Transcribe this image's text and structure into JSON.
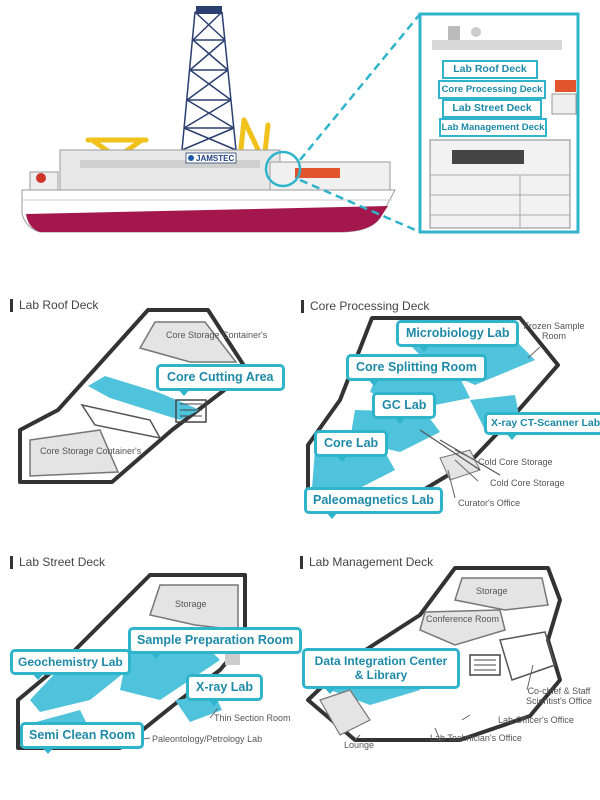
{
  "ship": {
    "logo_text": "JAMSTEC",
    "colors": {
      "hull": "#a3174c",
      "crane": "#f1c21b",
      "accent": "#2fb4cc",
      "lab_area": "#4fc3dc"
    }
  },
  "inset": {
    "decks": [
      "Lab Roof Deck",
      "Core Processing Deck",
      "Lab Street Deck",
      "Lab Management Deck"
    ]
  },
  "panels": {
    "lab_roof": {
      "title": "Lab Roof Deck",
      "callouts": [
        "Core Cutting Area"
      ],
      "labels": [
        "Core Storage Container's",
        "Core Storage Container's"
      ]
    },
    "core_processing": {
      "title": "Core Processing Deck",
      "callouts": [
        "Microbiology Lab",
        "Core Splitting Room",
        "GC Lab",
        "X-ray CT-Scanner Lab",
        "Core Lab",
        "Paleomagnetics Lab"
      ],
      "labels": [
        "Frozen Sample Room",
        "Cold Core Storage",
        "Cold Core Storage",
        "Curator's Office"
      ]
    },
    "lab_street": {
      "title": "Lab Street Deck",
      "callouts": [
        "Sample Preparation Room",
        "Geochemistry Lab",
        "X-ray Lab",
        "Semi Clean Room"
      ],
      "labels": [
        "Storage",
        "Thin Section Room",
        "Paleontology/Petrology Lab"
      ]
    },
    "lab_management": {
      "title": "Lab Management Deck",
      "callouts": [
        "Data Integration Center & Library"
      ],
      "labels": [
        "Storage",
        "Conference Room",
        "Co-chief & Staff Scientist's Office",
        "Lab Officer's Office",
        "Lab Technician's Office",
        "Lounge"
      ]
    }
  }
}
